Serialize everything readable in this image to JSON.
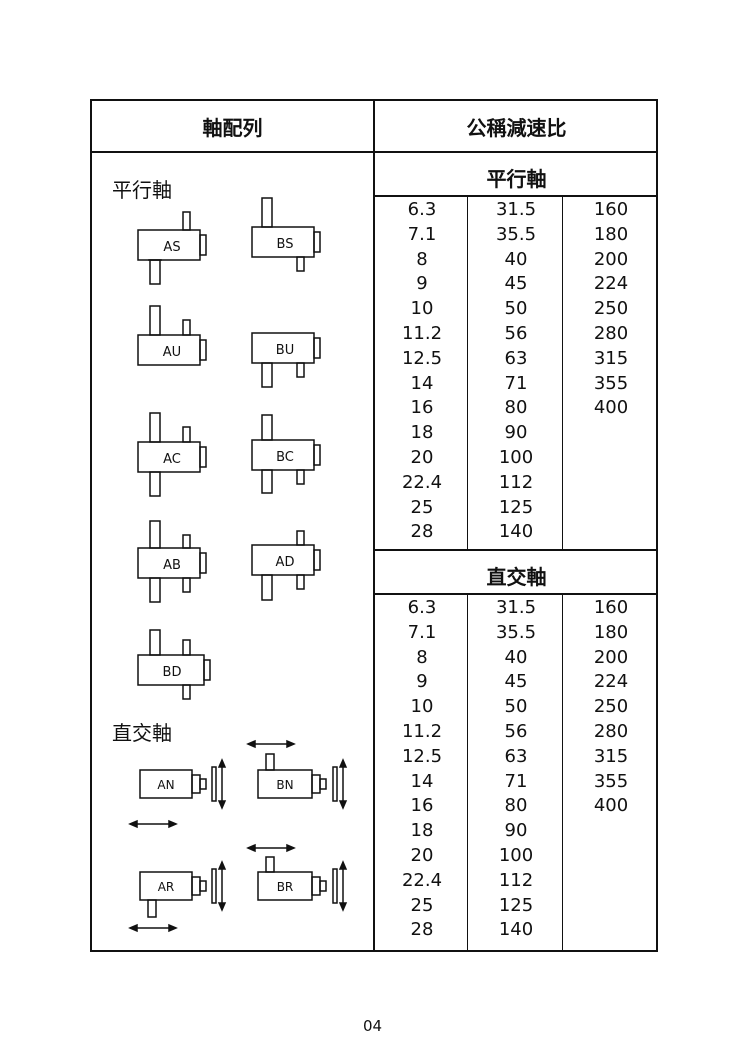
{
  "header": {
    "left": "軸配列",
    "right": "公稱減速比"
  },
  "parallel": {
    "label": "平行軸",
    "section_title": "平行軸",
    "models": [
      "AS",
      "BS",
      "AU",
      "BU",
      "AC",
      "BC",
      "AB",
      "AD",
      "BD"
    ]
  },
  "orthogonal": {
    "label": "直交軸",
    "section_title": "直交軸",
    "models": [
      "AN",
      "BN",
      "AR",
      "BR"
    ]
  },
  "ratios": {
    "col1": [
      "6.3",
      "7.1",
      "8",
      "9",
      "10",
      "11.2",
      "12.5",
      "14",
      "16",
      "18",
      "20",
      "22.4",
      "25",
      "28"
    ],
    "col2": [
      "31.5",
      "35.5",
      "40",
      "45",
      "50",
      "56",
      "63",
      "71",
      "80",
      "90",
      "100",
      "112",
      "125",
      "140"
    ],
    "col3": [
      "160",
      "180",
      "200",
      "224",
      "250",
      "280",
      "315",
      "355",
      "400"
    ]
  },
  "page_number": "04"
}
